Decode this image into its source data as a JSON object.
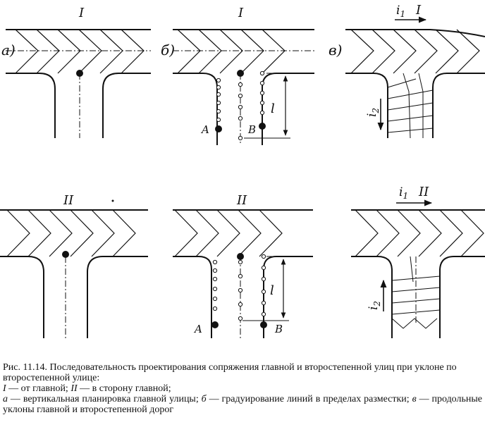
{
  "figure": {
    "labels": {
      "roman_one": "I",
      "roman_two": "II",
      "panel_a": "а)",
      "panel_b": "б)",
      "panel_c": "в)",
      "point_a": "A",
      "point_b": "B",
      "length": "l",
      "slope_main_letter": "i",
      "slope_main_sub": "1",
      "slope_side_letter": "i",
      "slope_side_sub": "2"
    }
  },
  "caption": {
    "title": "Рис. 11.14. Последовательность проектирования сопряжения главной и второстепенной улиц при уклоне по второстепенной улице:",
    "line2_i": "I",
    "line2_a": " — от главной; ",
    "line2_ii": "II",
    "line2_b": " — в сторону главной;",
    "line3_a": "а",
    "line3_a_text": " — вертикальная планировка главной улицы; ",
    "line3_b": "б",
    "line3_b_text": " — градуирование линий в пределах разместки; ",
    "line3_c": "в",
    "line3_c_text": " — продольные уклоны главной и второстепенной дорог"
  }
}
